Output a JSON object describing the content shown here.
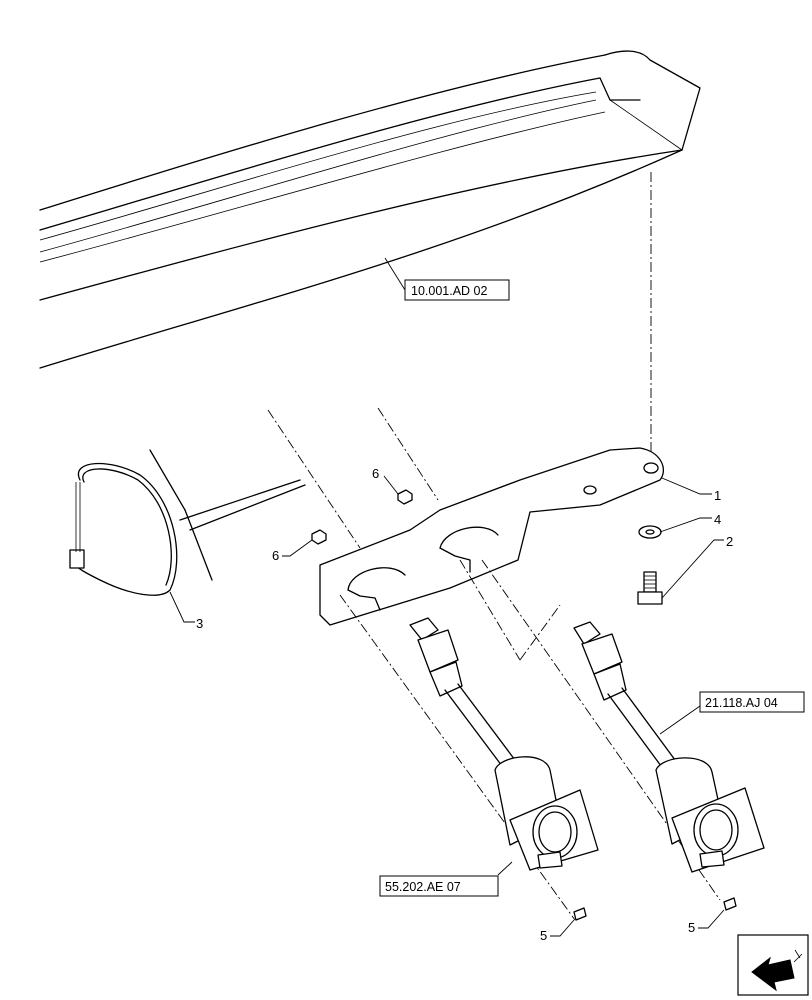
{
  "callouts": {
    "c1": "1",
    "c2": "2",
    "c3": "3",
    "c4": "4",
    "c5a": "5",
    "c5b": "5",
    "c6a": "6",
    "c6b": "6"
  },
  "references": {
    "r1": "10.001.AD 02",
    "r2": "21.118.AJ 04",
    "r3": "55.202.AE 07"
  },
  "icons": {
    "nav": "next-page-arrow-icon"
  }
}
